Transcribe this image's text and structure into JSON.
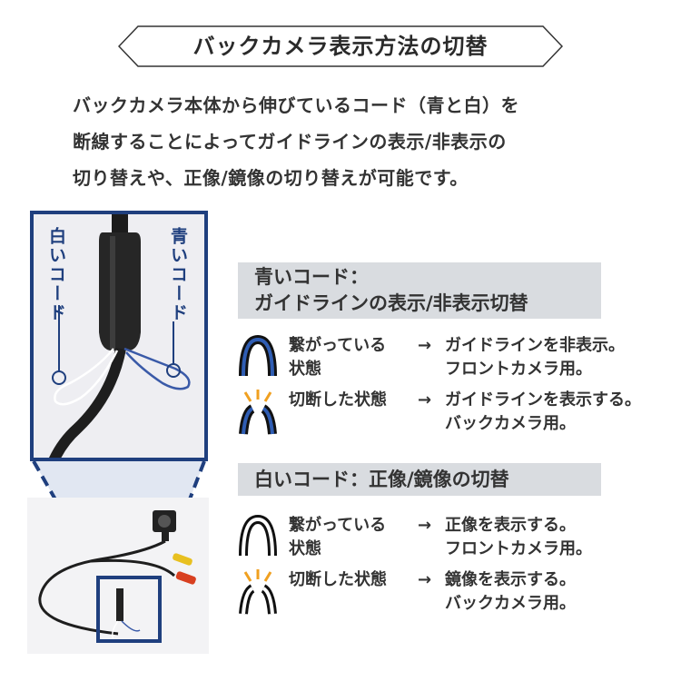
{
  "title": "バックカメラ表示方法の切替",
  "intro": {
    "lines": [
      "バックカメラ本体から伸びているコード（青と白）を",
      "断線することによってガイドラインの表示/非表示の",
      "切り替えや、正像/鏡像の切り替えが可能です。"
    ]
  },
  "photo": {
    "white_cord_label": "白いコード",
    "blue_cord_label": "青いコード"
  },
  "blue_section": {
    "header_line1": "青いコード：",
    "header_line2": "ガイドラインの表示/非表示切替",
    "rows": [
      {
        "state": "繋がっている",
        "state2": "状態",
        "arrow": "→",
        "result": "ガイドラインを非表示。",
        "result2": "フロントカメラ用。"
      },
      {
        "state": "切断した状態",
        "state2": "",
        "arrow": "→",
        "result": "ガイドラインを表示する。",
        "result2": "バックカメラ用。"
      }
    ]
  },
  "white_section": {
    "header": "白いコード：正像/鏡像の切替",
    "rows": [
      {
        "state": "繋がっている",
        "state2": "状態",
        "arrow": "→",
        "result": "正像を表示する。",
        "result2": "フロントカメラ用。"
      },
      {
        "state": "切断した状態",
        "state2": "",
        "arrow": "→",
        "result": "鏡像を表示する。",
        "result2": "バックカメラ用。"
      }
    ]
  },
  "colors": {
    "accent_blue": "#1f3f7e",
    "cord_blue": "#2f5db3",
    "cut_spark": "#f0a020",
    "header_gray": "#d9dce0"
  }
}
